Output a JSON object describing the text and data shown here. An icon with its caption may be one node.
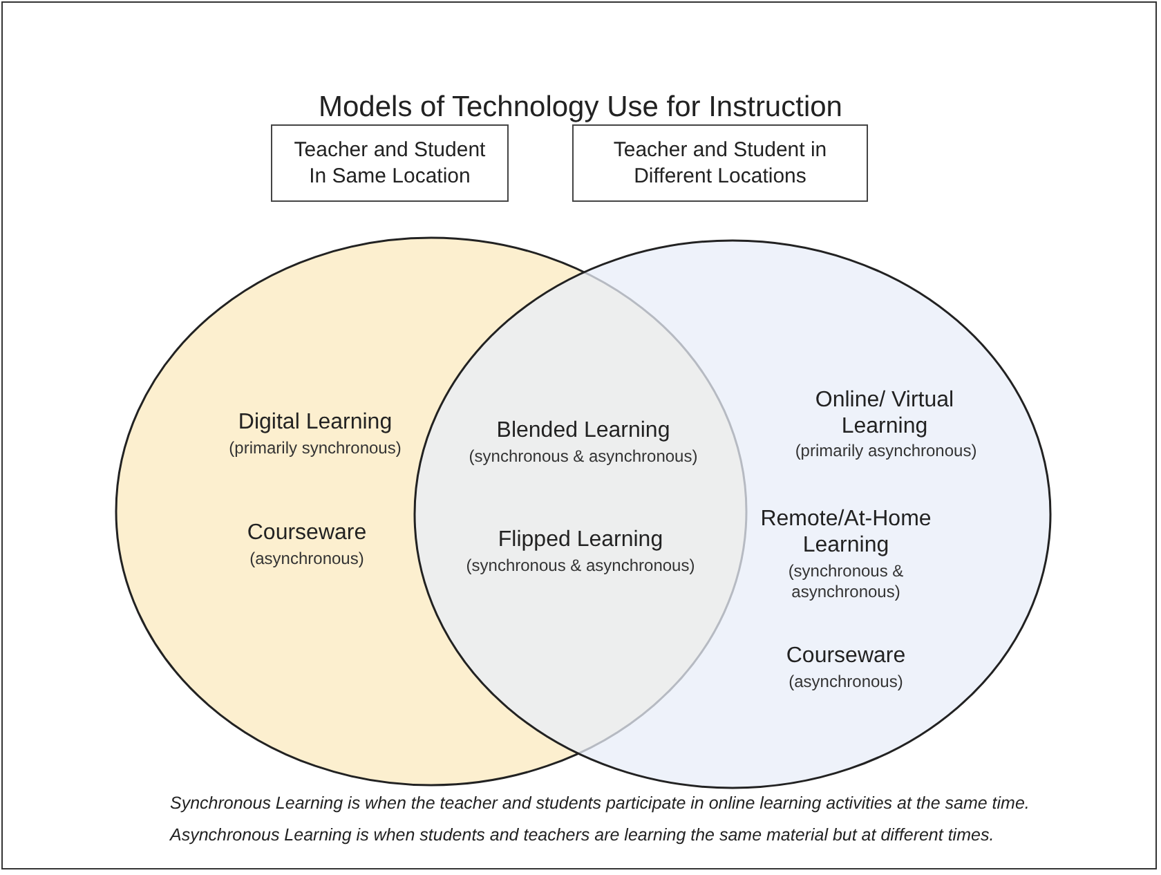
{
  "diagram": {
    "title": "Models of Technology Use for Instruction",
    "nodes": [
      {
        "text": [
          "Teacher and Student In Same Location"
        ]
      },
      {
        "text": [
          "Teacher and Student in Different Locations"
        ]
      },
      {
        "text": [],
        "shape": "circle"
      },
      {
        "text": [],
        "shape": "circle"
      }
    ],
    "labels": [
      "Digital Learning",
      "(primarily synchronous)",
      "Courseware",
      "(asynchronous)",
      "Blended Learning",
      "(synchronous & asynchronous)",
      "Online/ Virtual Learning",
      "(primarily asynchronous)",
      "Flipped Learning",
      "(synchronous & asynchronous)",
      "Remote/At-Home Learning",
      "(synchronous & asynchronous)",
      "Courseware",
      "(asynchronous)",
      "Synchronous Learning is when the teacher and students participate in online learning activities at the same time.",
      "Asynchronous Learning is when students and teachers are learning the same material but at different times."
    ]
  }
}
